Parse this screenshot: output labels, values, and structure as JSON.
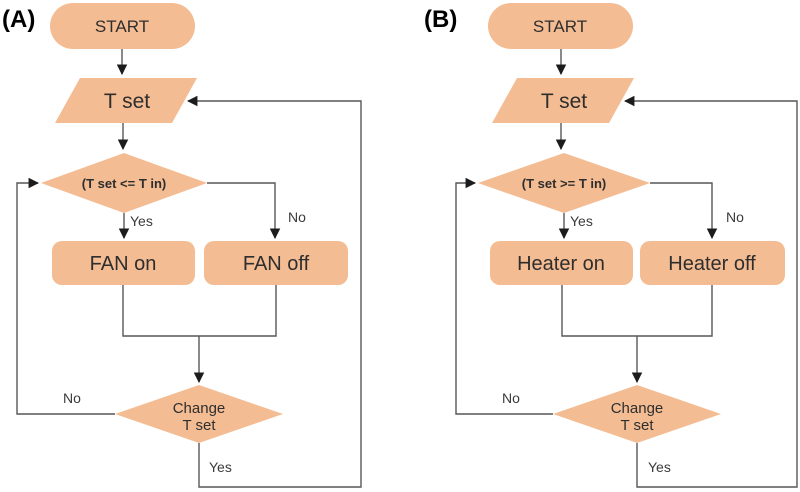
{
  "diagram": {
    "colors": {
      "node_fill": "#f4bc92",
      "line_color": "#575757",
      "arrow_color": "#1c1c1c",
      "text_color": "#2e2e2e",
      "background": "#ffffff"
    },
    "panels": [
      {
        "label": "(A)",
        "start_label": "START",
        "input_label": "T set",
        "condition_label": "(T set <= T in)",
        "yes_label": "Yes",
        "no_label": "No",
        "on_label": "FAN on",
        "off_label": "FAN off",
        "loop_line1": "Change",
        "loop_line2": "T set",
        "loop_no_label": "No",
        "loop_yes_label": "Yes"
      },
      {
        "label": "(B)",
        "start_label": "START",
        "input_label": "T set",
        "condition_label": "(T set >= T in)",
        "yes_label": "Yes",
        "no_label": "No",
        "on_label": "Heater on",
        "off_label": "Heater off",
        "loop_line1": "Change",
        "loop_line2": "T set",
        "loop_no_label": "No",
        "loop_yes_label": "Yes"
      }
    ]
  }
}
